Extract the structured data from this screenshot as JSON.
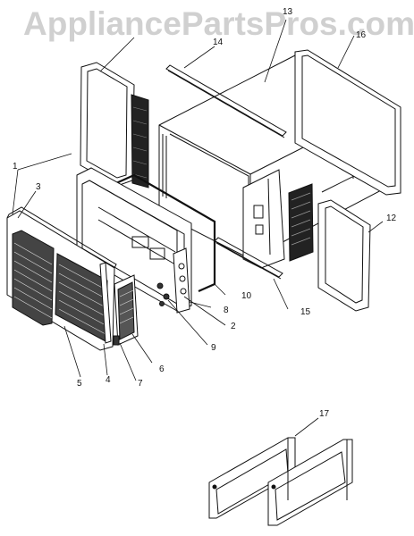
{
  "watermark": {
    "text": "AppliancePartsPros.com"
  },
  "callouts": [
    "1",
    "2",
    "3",
    "4",
    "5",
    "6",
    "7",
    "8",
    "9",
    "10",
    "12",
    "13",
    "14",
    "15",
    "16",
    "17"
  ],
  "colors": {
    "line": "#111111",
    "watermark": "#d0d0d0",
    "grille": "#333333"
  }
}
